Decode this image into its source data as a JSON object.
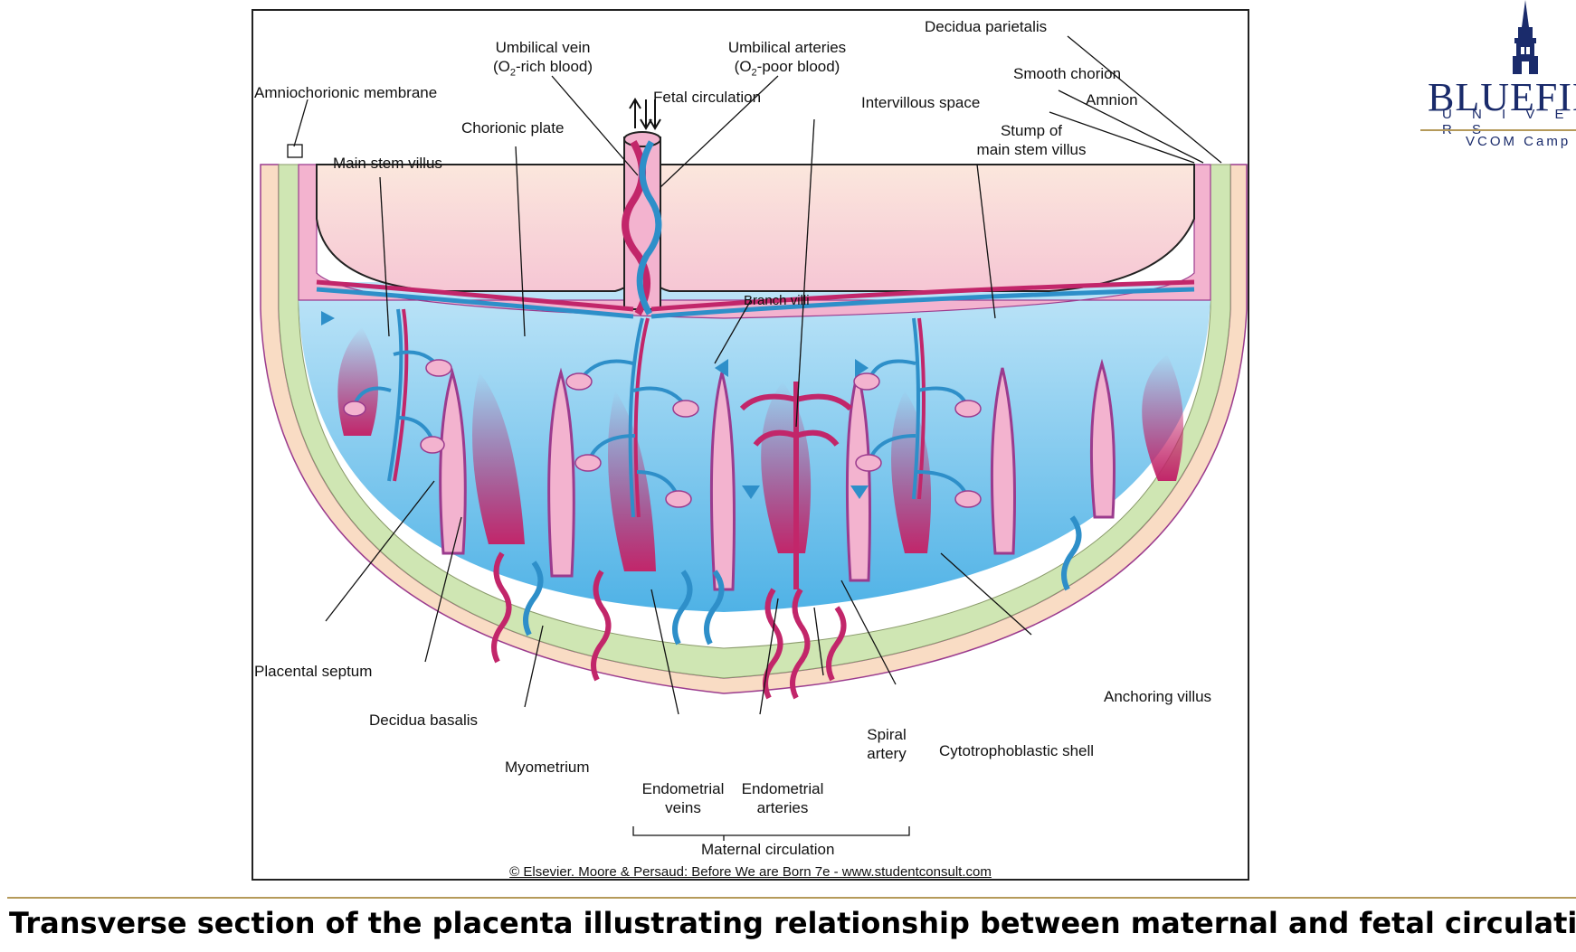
{
  "diagram": {
    "labels": {
      "decidua_parietalis": "Decidua parietalis",
      "umbilical_vein_l1": "Umbilical vein",
      "umbilical_vein_l2_pre": "(O",
      "umbilical_vein_l2_sub": "2",
      "umbilical_vein_l2_post": "-rich blood)",
      "umbilical_arteries_l1": "Umbilical arteries",
      "umbilical_arteries_l2_pre": "(O",
      "umbilical_arteries_l2_sub": "2",
      "umbilical_arteries_l2_post": "-poor blood)",
      "smooth_chorion": "Smooth chorion",
      "amniochorionic_membrane": "Amniochorionic membrane",
      "fetal_circulation": "Fetal circulation",
      "amnion": "Amnion",
      "intervillous_space": "Intervillous space",
      "chorionic_plate": "Chorionic plate",
      "stump_l1": "Stump of",
      "stump_l2": "main stem villus",
      "main_stem_villus": "Main stem villus",
      "branch_villi": "Branch villi",
      "placental_septum": "Placental septum",
      "anchoring_villus": "Anchoring villus",
      "decidua_basalis": "Decidua basalis",
      "spiral_artery_l1": "Spiral",
      "spiral_artery_l2": "artery",
      "cytotrophoblastic_shell": "Cytotrophoblastic shell",
      "myometrium": "Myometrium",
      "endometrial_veins_l1": "Endometrial",
      "endometrial_veins_l2": "veins",
      "endometrial_arteries_l1": "Endometrial",
      "endometrial_arteries_l2": "arteries",
      "maternal_circulation": "Maternal circulation"
    },
    "copyright": "© Elsevier. Moore & Persaud: Before We are Born 7e - www.studentconsult.com",
    "colors": {
      "myometrium": "#f9dcc4",
      "decidua": "#cfe6b3",
      "chorion_pink": "#f3b3cf",
      "amnion_fluid": "#f9dcd6",
      "intervillous_blue": "#9fd3f0",
      "vein_blue": "#2e8fc9",
      "artery_magenta": "#c2266a",
      "septum_purple": "#9b3b8e"
    }
  },
  "logo": {
    "wordmark": "BLUEFIE",
    "subtitle": "U N I V E R S",
    "campus": "VCOM Camp",
    "icon": "tower-icon"
  },
  "caption": "Transverse section of the placenta illustrating relationship between maternal and fetal circulation."
}
